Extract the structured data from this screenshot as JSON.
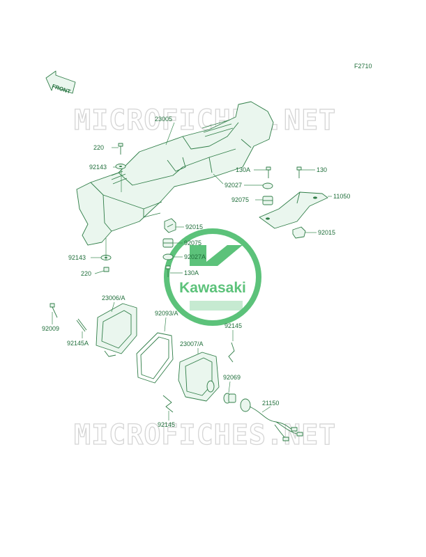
{
  "figure_code": "F2710",
  "front_badge": "FRONT",
  "watermark_text": "MICROFICHES.NET",
  "logo_text": "Kawasaki",
  "colors": {
    "line": "#2f7d47",
    "label": "#1f6e3a",
    "logo": "#5cc27a",
    "watermark": "#d5d5d5"
  },
  "labels": [
    "23005",
    "220",
    "92143",
    "130A",
    "130",
    "92027",
    "11050",
    "92075",
    "92015",
    "92015",
    "92075",
    "92027A",
    "92143",
    "220",
    "130A",
    "23006/A",
    "92093/A",
    "92145",
    "92009",
    "92145A",
    "23007/A",
    "92069",
    "21150",
    "92145"
  ]
}
